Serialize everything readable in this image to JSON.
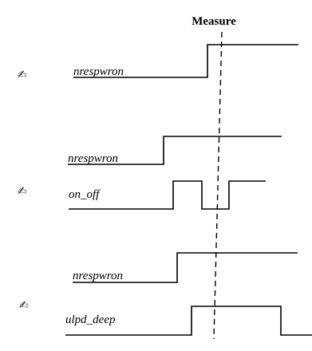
{
  "measure": {
    "label": "Measure"
  },
  "signals": [
    {
      "name": "nrespwron",
      "annotated": true
    },
    {
      "name": "nrespwron",
      "annotated": false
    },
    {
      "name": "on_off",
      "annotated": true
    },
    {
      "name": "nrespwron",
      "annotated": false
    },
    {
      "name": "ulpd_deep",
      "annotated": true
    }
  ],
  "annotation_glyph": "✍",
  "colors": {
    "line": "#000000",
    "background": "#ffffff"
  }
}
